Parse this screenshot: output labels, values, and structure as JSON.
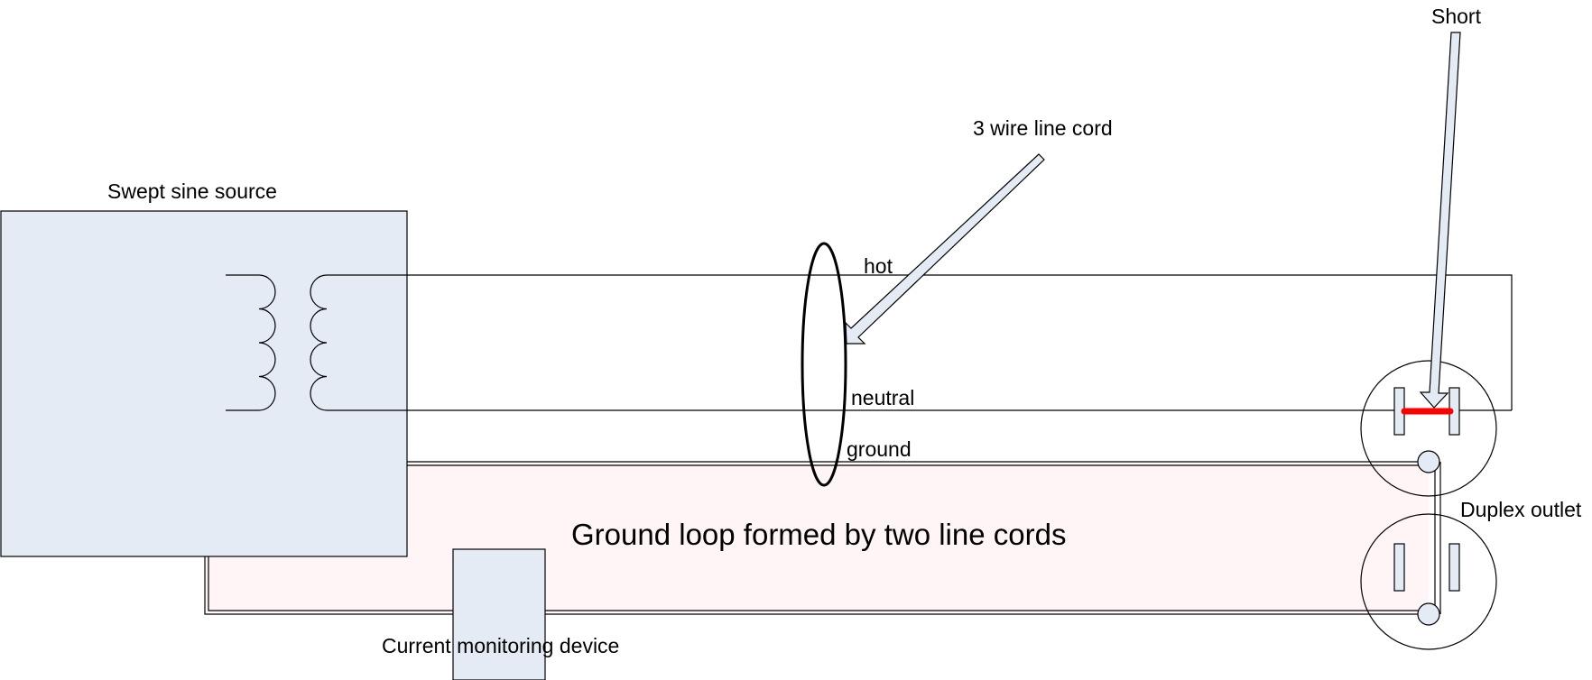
{
  "labels": {
    "short": "Short",
    "line_cord": "3 wire line cord",
    "source": "Swept sine source",
    "hot": "hot",
    "neutral": "neutral",
    "ground": "ground",
    "duplex_outlet": "Duplex outlet",
    "ground_loop": "Ground loop formed by two line cords",
    "monitor": "Current monitoring device"
  },
  "colors": {
    "box_fill": "#e4ebf5",
    "loop_fill": "#fff5f7",
    "arrow_fill": "#e4ebf5",
    "short_bar": "#ff0000",
    "stroke": "#000000"
  }
}
